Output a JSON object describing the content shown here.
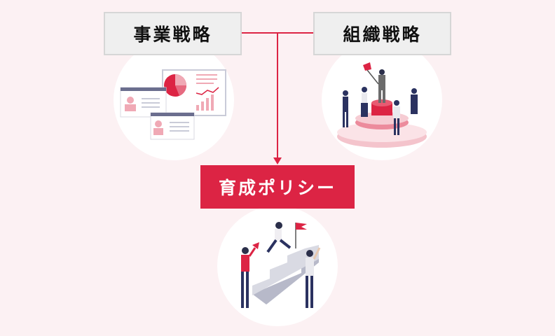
{
  "nodes": {
    "business_strategy": "事業戦略",
    "organization_strategy": "組織戦略",
    "development_policy": "育成ポリシー"
  },
  "colors": {
    "accent": "#dc2444",
    "background": "#fcf1f3",
    "box_gray": "#efefef"
  }
}
